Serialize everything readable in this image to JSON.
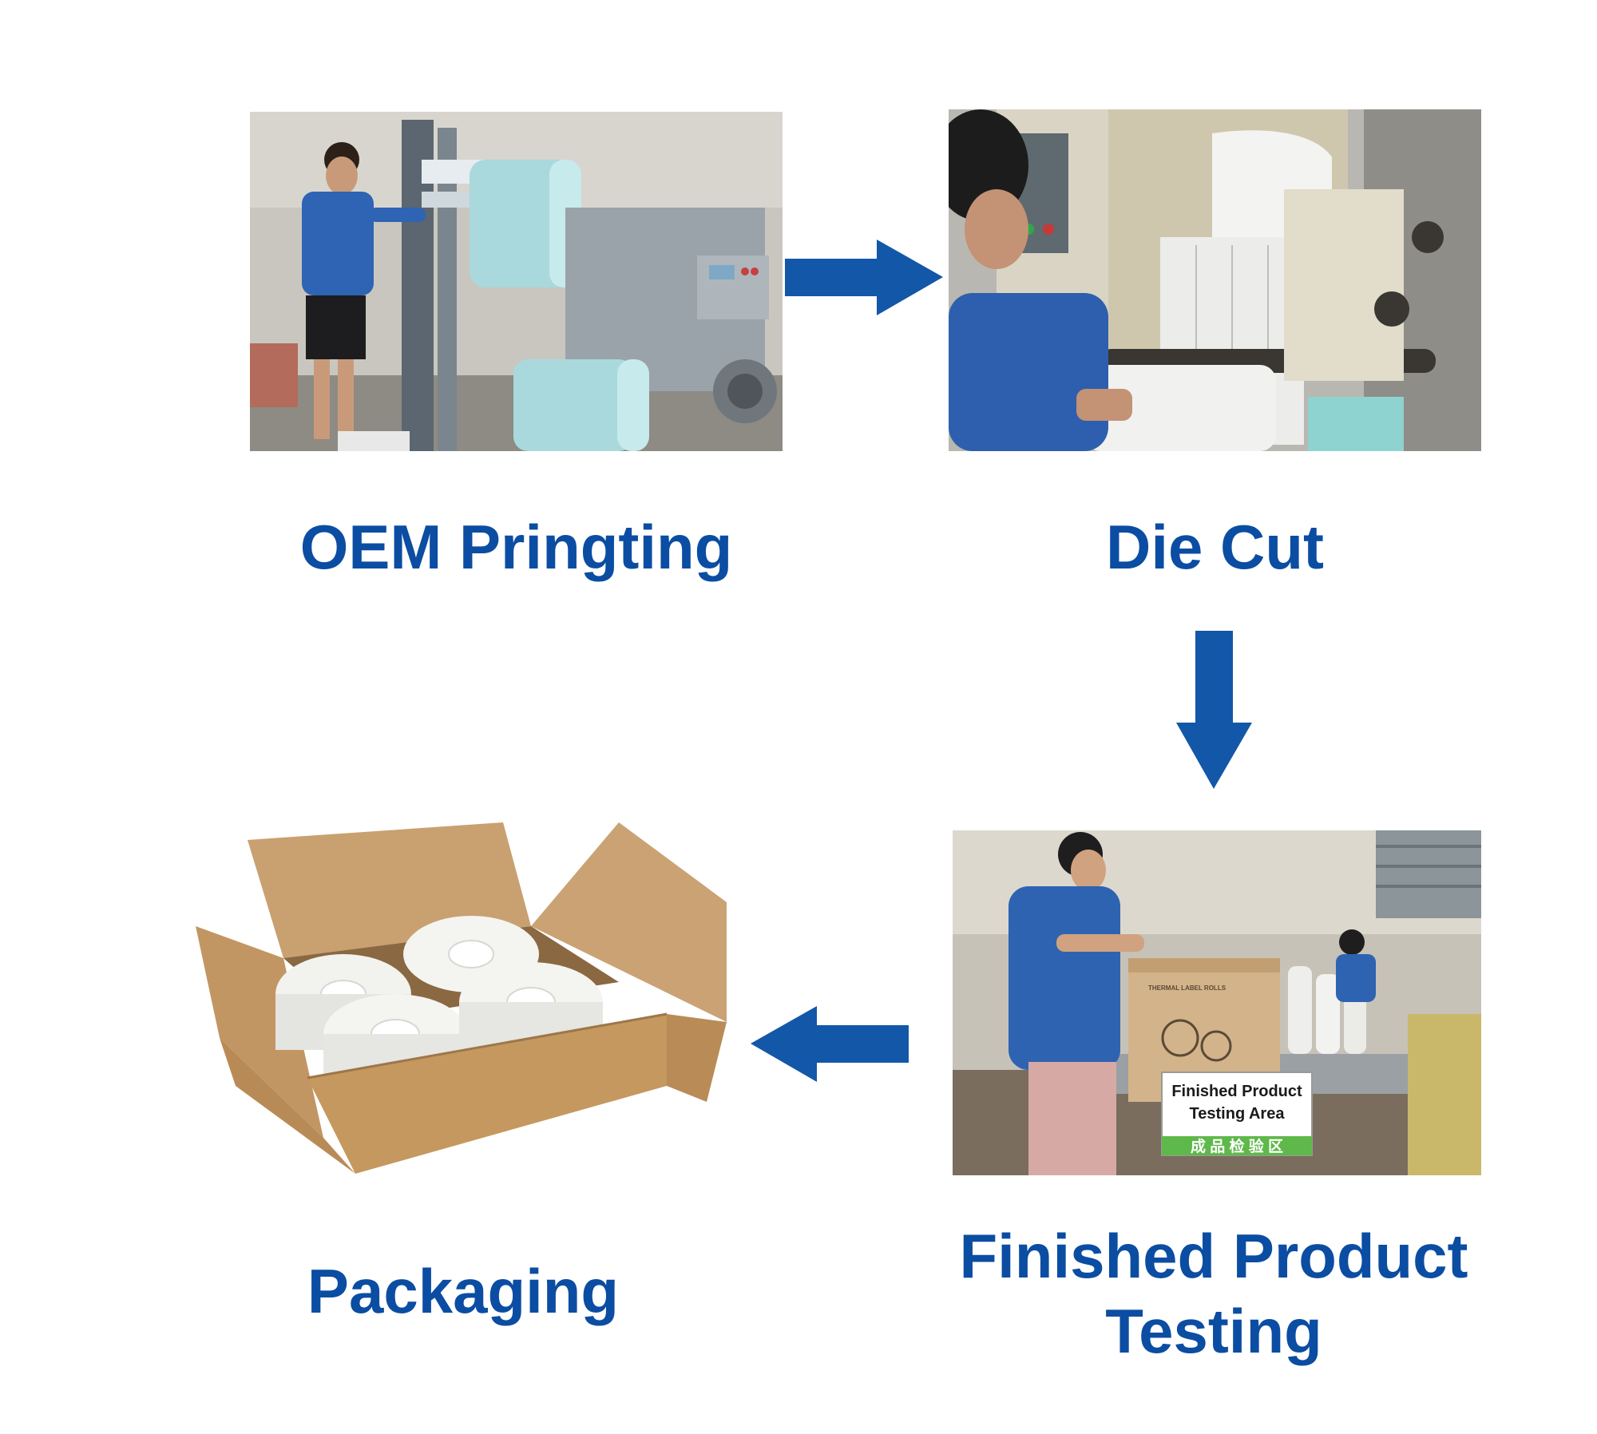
{
  "steps": [
    {
      "label": "OEM Pringting"
    },
    {
      "label": "Die Cut"
    },
    {
      "label_line1": "Finished Product",
      "label_line2": "Testing"
    },
    {
      "label": "Packaging"
    }
  ],
  "photo_texts": {
    "sign_line1": "Finished Product",
    "sign_line2": "Testing Area",
    "sign_line3": "成 品 检 验 区",
    "box_print": "THERMAL LABEL ROLLS"
  },
  "colors": {
    "label_blue": "#0b4da2",
    "arrow_blue": "#1357a8"
  },
  "icons": {
    "arrow_1": "arrow-right-icon",
    "arrow_2": "arrow-down-icon",
    "arrow_3": "arrow-left-icon"
  }
}
